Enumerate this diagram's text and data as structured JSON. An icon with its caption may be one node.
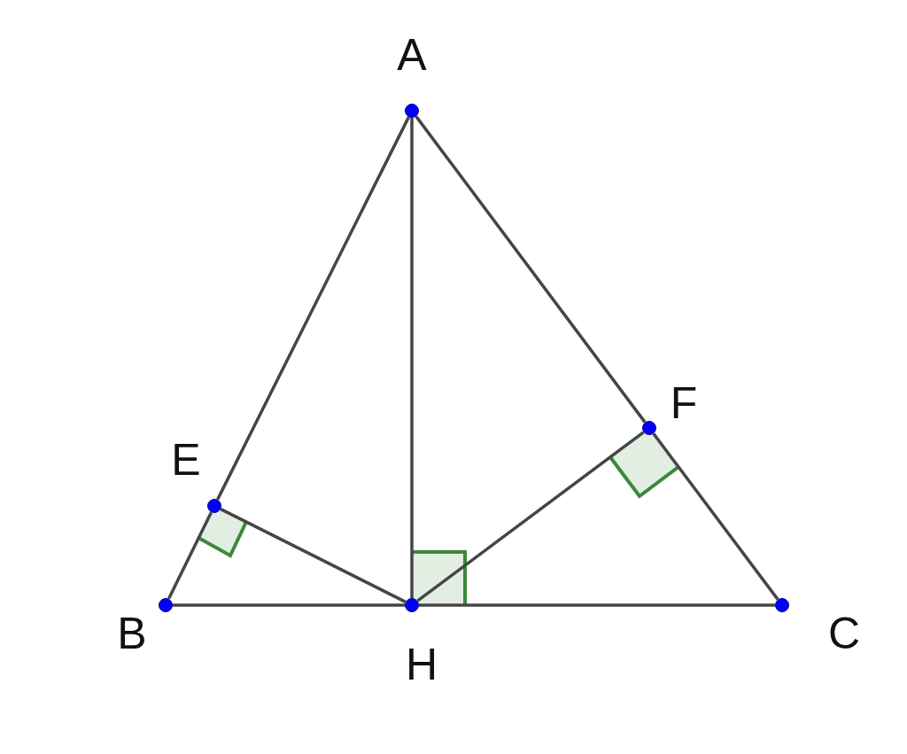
{
  "diagram": {
    "nodes": [
      {
        "text": [
          "A"
        ]
      },
      {
        "text": [
          "E"
        ]
      },
      {
        "text": [
          "F"
        ]
      },
      {
        "text": [
          "B"
        ]
      },
      {
        "text": [
          "H"
        ]
      },
      {
        "text": [
          "C"
        ]
      }
    ],
    "edges": [
      {
        "from": 0,
        "to": 1,
        "arrow": "none"
      },
      {
        "from": 1,
        "to": 3,
        "arrow": "none"
      },
      {
        "from": 0,
        "to": 2,
        "arrow": "none"
      },
      {
        "from": 2,
        "to": 5,
        "arrow": "none"
      },
      {
        "from": 3,
        "to": 4,
        "arrow": "none"
      },
      {
        "from": 4,
        "to": 5,
        "arrow": "none"
      },
      {
        "from": 0,
        "to": 4,
        "arrow": "none"
      },
      {
        "from": 1,
        "to": 4,
        "arrow": "none"
      },
      {
        "from": 4,
        "to": 2,
        "arrow": "none"
      }
    ]
  }
}
